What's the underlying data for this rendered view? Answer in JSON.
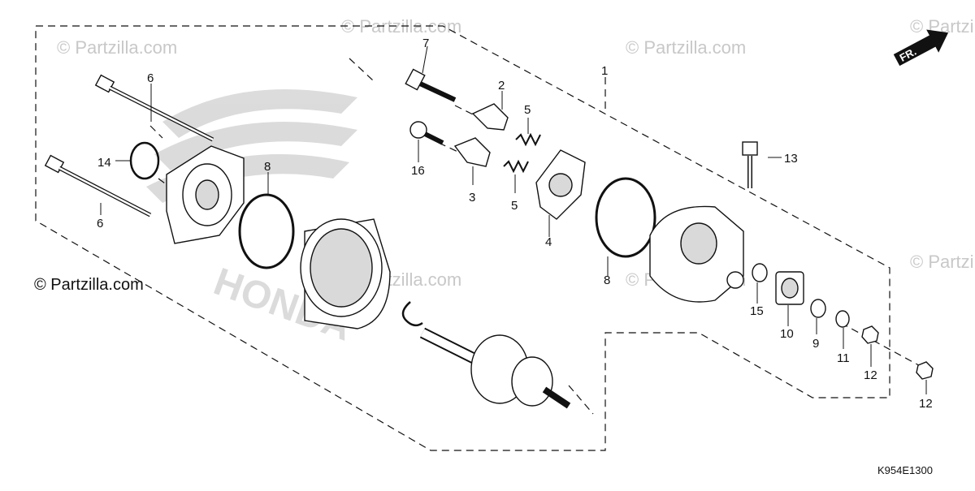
{
  "diagram": {
    "code": "K954E1300",
    "front_label": "FR.",
    "watermark_text": "© Partzilla.com",
    "watermark_primary": "© Partzilla.com",
    "callouts": {
      "c1": "1",
      "c2": "2",
      "c3": "3",
      "c4": "4",
      "c5a": "5",
      "c5b": "5",
      "c6a": "6",
      "c6b": "6",
      "c7": "7",
      "c8a": "8",
      "c8b": "8",
      "c9": "9",
      "c10": "10",
      "c11": "11",
      "c12a": "12",
      "c12b": "12",
      "c13": "13",
      "c14": "14",
      "c15": "15",
      "c16": "16"
    },
    "colors": {
      "ink": "#111111",
      "watermark": "#c8c8c8",
      "part_fill": "#ffffff",
      "shade": "#d9d9d9"
    }
  }
}
